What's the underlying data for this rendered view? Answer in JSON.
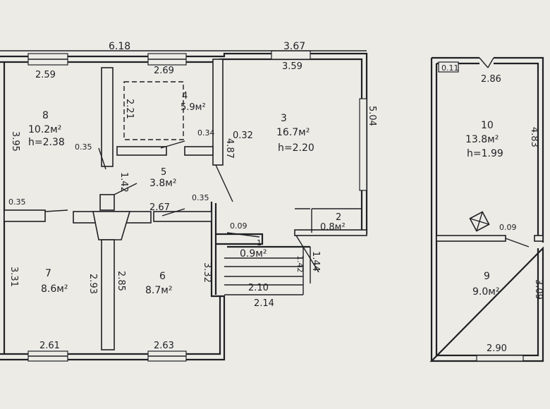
{
  "house": {
    "top_total_width": "6.18",
    "top_right_width": "3.67",
    "rooms": [
      {
        "num": "8",
        "area": "10.2м²",
        "height": "h=2.38"
      },
      {
        "num": "4",
        "area": "5.9м²"
      },
      {
        "num": "3",
        "area": "16.7м²",
        "height": "h=2.20"
      },
      {
        "num": "5",
        "area": "3.8м²"
      },
      {
        "num": "2",
        "area": "0.8м²"
      },
      {
        "num": "1",
        "area": "0.9м²"
      },
      {
        "num": "7",
        "area": "8.6м²"
      },
      {
        "num": "6",
        "area": "8.7м²"
      }
    ],
    "dims": {
      "room8_top": "2.59",
      "room4_top": "2.69",
      "room3_top": "3.59",
      "room8_left": "3.95",
      "room4_inner": "2.21",
      "room4_wall": "0.34",
      "room3_wall": "0.32",
      "room3_right": "5.04",
      "room8_wall": "0.35",
      "room5_left": "1.42",
      "room3_inner": "4.87",
      "left_wall": "0.35",
      "room5_bottom": "2.67",
      "room5_wall": "0.35",
      "room1_wall": "0.09",
      "stair_h1": "1.42",
      "stair_h2": "1.44",
      "room7_left": "3.31",
      "room7_right": "2.93",
      "room6_left": "2.85",
      "room6_right": "3.32",
      "stair_w1": "2.10",
      "stair_w2": "2.14",
      "room7_bottom": "2.61",
      "room6_bottom": "2.63"
    }
  },
  "annex": {
    "rooms": [
      {
        "num": "10",
        "area": "13.8м²",
        "height": "h=1.99"
      },
      {
        "num": "9",
        "area": "9.0м²"
      }
    ],
    "dims": {
      "corner": "0.11",
      "top": "2.86",
      "right_top": "4.83",
      "wall": "0.09",
      "right_bottom": "3.09",
      "bottom": "2.90"
    }
  }
}
